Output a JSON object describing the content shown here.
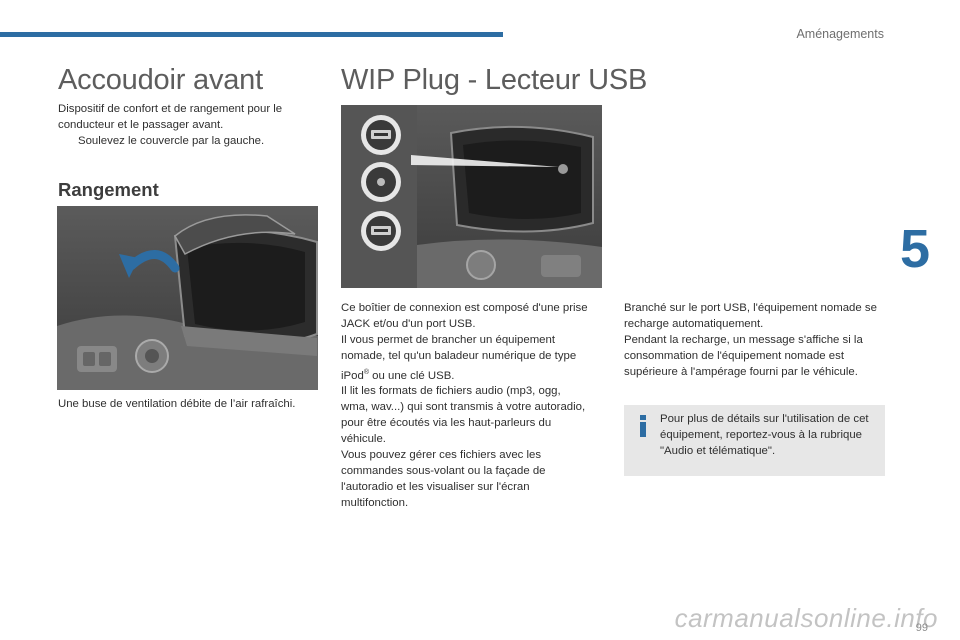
{
  "header": {
    "section_label": "Aménagements",
    "chapter_number": "5"
  },
  "left": {
    "title": "Accoudoir avant",
    "intro": "Dispositif de confort et de rangement pour le conducteur et le passager avant.",
    "bullet_symbol": "",
    "bullet_text": "Soulevez le couvercle par la gauche.",
    "subtitle": "Rangement",
    "caption": "Une buse de ventilation débite de l’air rafraîchi."
  },
  "right": {
    "title": "WIP Plug - Lecteur USB",
    "col1": [
      "Ce boîtier de connexion est composé d'une prise JACK et/ou d'un port USB.",
      "Il vous permet de brancher un équipement nomade, tel qu'un baladeur numérique de type",
      "ou une clé USB.",
      "Il lit les formats de fichiers audio (mp3, ogg, wma, wav...) qui sont transmis à votre autoradio, pour être écoutés via les haut-parleurs du véhicule.",
      "Vous pouvez gérer ces fichiers avec les commandes sous-volant ou la façade de l'autoradio et les visualiser sur l'écran multifonction."
    ],
    "ipod_word": "iPod",
    "ipod_reg": "®",
    "col2": [
      "Branché sur le port USB, l'équipement nomade se recharge automatiquement.",
      "Pendant la recharge, un message s'affiche si la consommation de l'équipement nomade est supérieure à l'ampérage fourni par le véhicule."
    ],
    "info_text": "Pour plus de détails sur l'utilisation de cet équipement, reportez-vous à la rubrique \"Audio et télématique\"."
  },
  "footer": {
    "page_number": "99",
    "watermark": "carmanualsonline.info"
  },
  "colors": {
    "accent": "#2d6da3",
    "info_bg": "#e7e7e7"
  }
}
